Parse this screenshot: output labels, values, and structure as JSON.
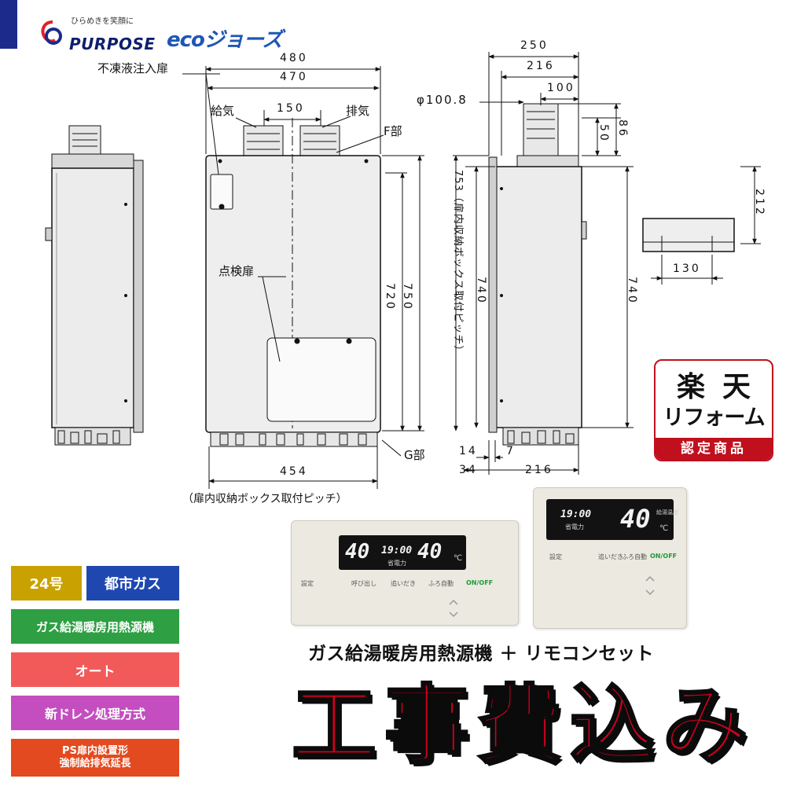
{
  "brand": {
    "tagline": "ひらめきを笑顔に",
    "name": "PURPOSE",
    "eco_logo": "ecoジョーズ",
    "colors": {
      "navy": "#1c2a8c",
      "eco_blue": "#1f56b5"
    }
  },
  "drawing": {
    "front": {
      "dim_top_outer": "480",
      "dim_top_inner": "470",
      "label_antifreeze_door": "不凍液注入扉",
      "label_intake": "給気",
      "label_exhaust": "排気",
      "dim_pipe_spacing": "150",
      "label_f_part": "F部",
      "label_inspection_door": "点検扉",
      "dim_height_inner": "720",
      "dim_height_outer": "750",
      "label_g_part": "G部",
      "dim_bottom": "454",
      "note_bottom": "（扉内収納ボックス取付ピッチ）"
    },
    "side": {
      "dim_depth_250": "250",
      "dim_depth_216_top": "216",
      "dim_pipe_100": "100",
      "dim_pipe_diameter": "φ100.8",
      "dim_50": "50",
      "dim_86": "86",
      "dim_753_note": "753（扉内収納ボックス取付ピッチ）",
      "dim_740_left": "740",
      "dim_740_right": "740",
      "dim_14": "14",
      "dim_7": "7",
      "dim_34": "34",
      "dim_216_bottom": "216"
    },
    "bracket": {
      "dim_212": "212",
      "dim_130": "130"
    }
  },
  "rakuten": {
    "line1": "楽天",
    "line2": "リフォーム",
    "line3": "認定商品",
    "color": "#c0101e"
  },
  "remote_main": {
    "temp1": "40",
    "time": "19:00",
    "temp2": "40",
    "unit": "℃",
    "eco_label": "省電力",
    "buttons": [
      "設定",
      "呼び出し",
      "追いだき",
      "ふろ自動"
    ],
    "onoff": "ON/OFF"
  },
  "remote_bath": {
    "time": "19:00",
    "eco_label": "省電力",
    "temp": "40",
    "unit": "℃",
    "side_label": "給湯温度",
    "buttons": [
      "設定",
      "追いだき",
      "ふろ自動"
    ],
    "onoff": "ON/OFF"
  },
  "badges": [
    {
      "text": "24号",
      "color": "#c9a100"
    },
    {
      "text": "都市ガス",
      "color": "#1f47b0"
    },
    {
      "text": "ガス給湯暖房用熱源機",
      "color": "#2ea043"
    },
    {
      "text": "オート",
      "color": "#f25a5a"
    },
    {
      "text": "新ドレン処理方式",
      "color": "#c44ec0"
    },
    {
      "text": "PS扉内設置形",
      "text2": "強制給排気延長",
      "color": "#e34a1f"
    }
  ],
  "caption": "ガス給湯暖房用熱源機 ＋ リモコンセット",
  "headline": "工事費込み",
  "headline_color": "#d1001f"
}
